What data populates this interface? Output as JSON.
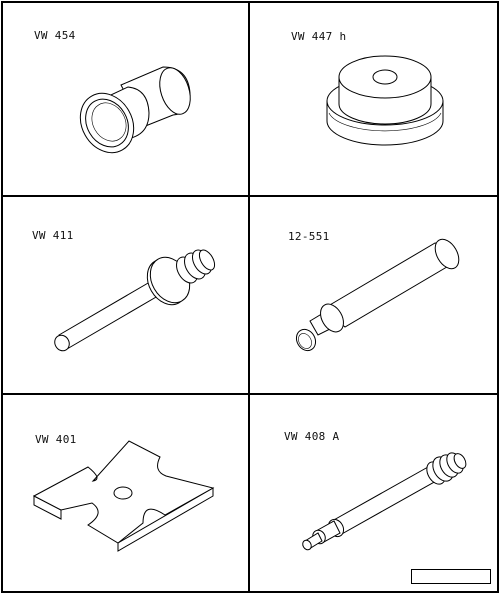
{
  "tools": [
    {
      "id": "vw454",
      "label": "VW 454"
    },
    {
      "id": "vw447h",
      "label": "VW 447 h"
    },
    {
      "id": "vw411",
      "label": "VW 411"
    },
    {
      "id": "t12551",
      "label": "12-551"
    },
    {
      "id": "vw401",
      "label": "VW 401"
    },
    {
      "id": "vw408a",
      "label": "VW 408 A"
    }
  ],
  "reference_box": {
    "text": ""
  }
}
